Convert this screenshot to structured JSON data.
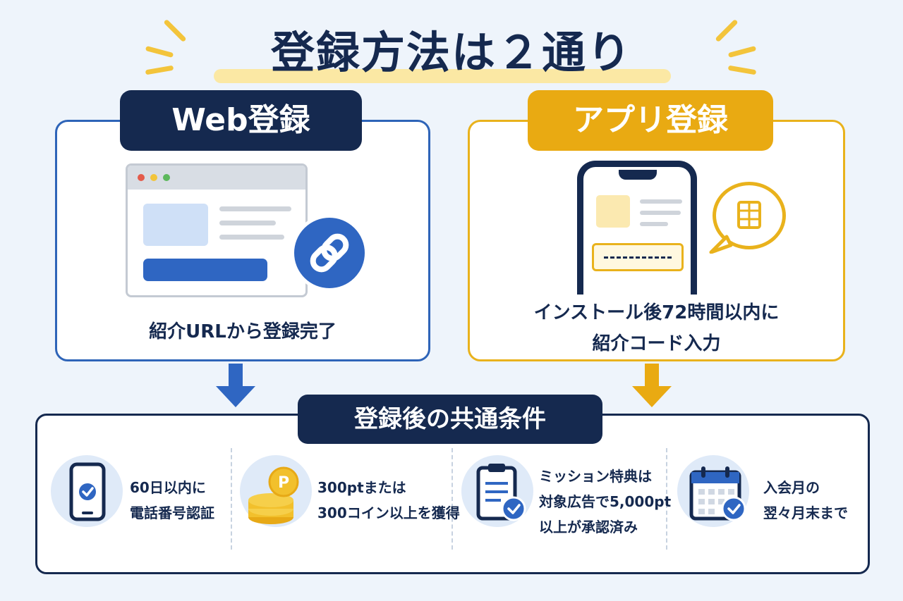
{
  "title": "登録方法は２通り",
  "web": {
    "label": "Web登録",
    "caption": "紹介URLから登録完了"
  },
  "app": {
    "label": "アプリ登録",
    "caption_line1": "インストール後72時間以内に",
    "caption_line2": "紹介コード入力"
  },
  "common": {
    "label": "登録後の共通条件",
    "items": [
      {
        "icon": "phone-check-icon",
        "line1": "60日以内に",
        "line2": "電話番号認証"
      },
      {
        "icon": "coin-stack-icon",
        "line1": "300ptまたは",
        "line2": "300コイン以上を獲得"
      },
      {
        "icon": "clipboard-check-icon",
        "line1": "ミッション特典は",
        "line2": "対象広告で5,000pt",
        "line3": "以上が承認済み"
      },
      {
        "icon": "calendar-check-icon",
        "line1": "入会月の",
        "line2": "翌々月末まで"
      }
    ]
  },
  "colors": {
    "navy": "#15294f",
    "web_blue": "#2e64b8",
    "app_yellow": "#e9b21c",
    "background": "#eef4fb"
  }
}
